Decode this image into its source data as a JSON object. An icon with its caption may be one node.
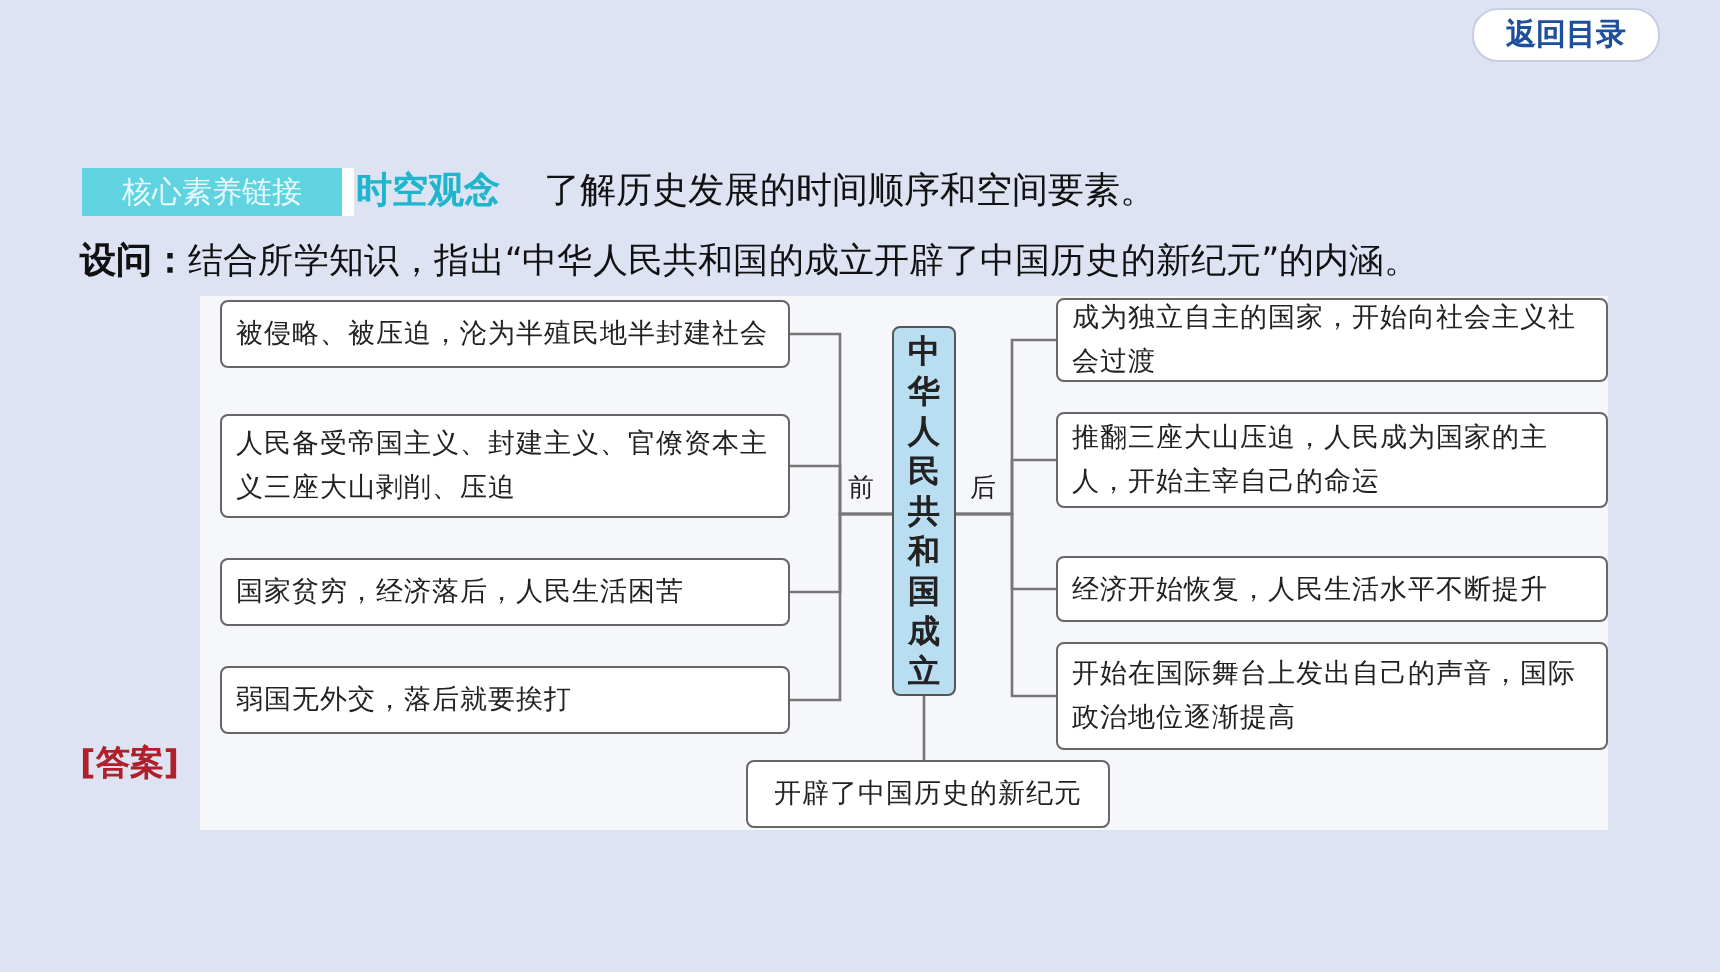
{
  "diagram": {
    "nodes": [
      {
        "text": [
          "中华人民共和国成立"
        ]
      },
      {
        "text": [
          "被侵略、被压迫，沦为半殖民地半封建社会"
        ]
      },
      {
        "text": [
          "人民备受帝国主义、封建主义、官僚资本主义三座大山剥削、压迫"
        ]
      },
      {
        "text": [
          "国家贫穷，经济落后，人民生活困苦"
        ]
      },
      {
        "text": [
          "弱国无外交，落后就要挨打"
        ]
      },
      {
        "text": [
          "成为独立自主的国家，开始向社会主义社会过渡"
        ]
      },
      {
        "text": [
          "推翻三座大山压迫，人民成为国家的主人，开始主宰自己的命运"
        ]
      },
      {
        "text": [
          "经济开始恢复，人民生活水平不断提升"
        ]
      },
      {
        "text": [
          "开始在国际舞台上发出自己的声音，国际政治地位逐渐提高"
        ]
      },
      {
        "text": [
          "开辟了中国历史的新纪元"
        ]
      }
    ],
    "edges": [
      {
        "from": 0,
        "to": 1,
        "arrow": "none"
      },
      {
        "from": 0,
        "to": 2,
        "arrow": "none"
      },
      {
        "from": 0,
        "to": 3,
        "arrow": "none"
      },
      {
        "from": 0,
        "to": 4,
        "arrow": "none"
      },
      {
        "from": 0,
        "to": 5,
        "arrow": "none"
      },
      {
        "from": 0,
        "to": 6,
        "arrow": "none"
      },
      {
        "from": 0,
        "to": 7,
        "arrow": "none"
      },
      {
        "from": 0,
        "to": 8,
        "arrow": "none"
      },
      {
        "from": 0,
        "to": 9,
        "arrow": "none"
      }
    ],
    "labels": [
      "返回目录",
      "核心素养链接",
      "时空观念",
      "了解历史发展的时间顺序和空间要素。",
      "设问：",
      "结合所学知识，指出“中华人民共和国的成立开辟了中国历史的新纪元”的内涵。",
      "前",
      "后",
      "[答案]"
    ]
  }
}
